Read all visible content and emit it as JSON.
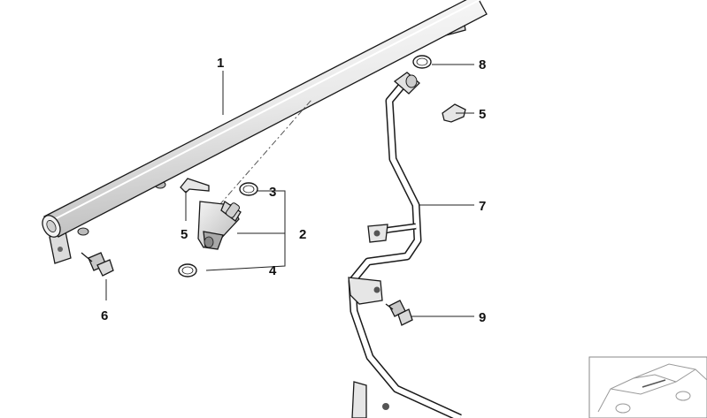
{
  "diagram": {
    "callouts": [
      {
        "id": "1",
        "label": "1"
      },
      {
        "id": "2",
        "label": "2"
      },
      {
        "id": "3",
        "label": "3"
      },
      {
        "id": "4",
        "label": "4"
      },
      {
        "id": "5a",
        "label": "5"
      },
      {
        "id": "5b",
        "label": "5"
      },
      {
        "id": "6",
        "label": "6"
      },
      {
        "id": "7",
        "label": "7"
      },
      {
        "id": "8",
        "label": "8"
      },
      {
        "id": "9",
        "label": "9"
      }
    ],
    "icons": [
      "fuel-rail",
      "fuel-injector",
      "o-ring",
      "clip",
      "bolt",
      "fuel-line",
      "vehicle-thumbnail"
    ]
  }
}
